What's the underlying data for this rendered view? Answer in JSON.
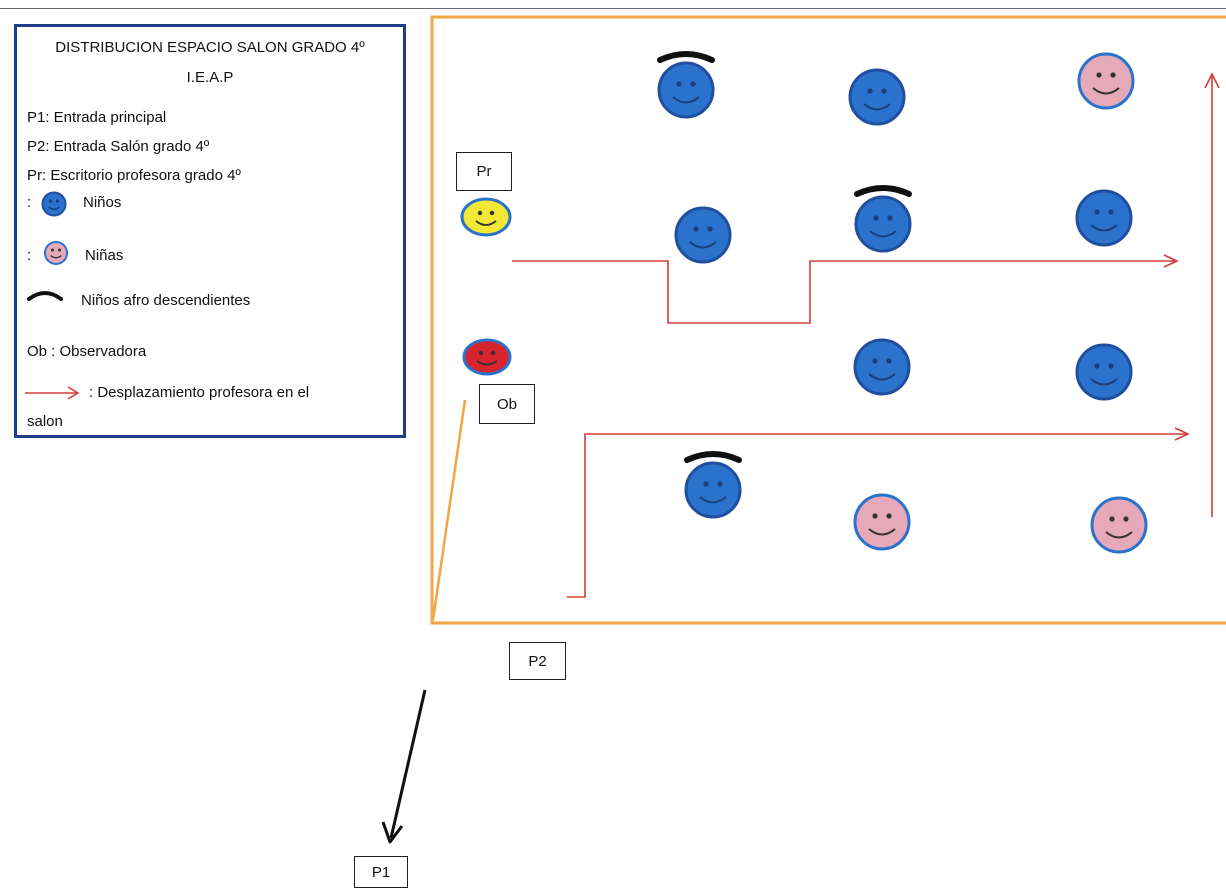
{
  "legend": {
    "title_line1": "DISTRIBUCION ESPACIO SALON GRADO 4º",
    "title_line2": "I.E.A.P",
    "p1": "P1: Entrada principal",
    "p2": "P2: Entrada Salón grado 4º",
    "pr": "Pr: Escritorio profesora grado 4º",
    "boys_prefix": ":",
    "boys": "Niños",
    "girls_prefix": ":",
    "girls": "Niñas",
    "afro": "Niños afro descendientes",
    "ob": "Ob : Observadora",
    "path_line1": ": Desplazamiento profesora en el",
    "path_line2": "salon"
  },
  "labels": {
    "pr": "Pr",
    "ob": "Ob",
    "p2": "P2",
    "p1": "P1"
  },
  "colors": {
    "boy": "#2a72cc",
    "girl": "#e6a9b9",
    "teacher": "#f2e835",
    "observer": "#d8242d",
    "outline_blue": "#1f4f9e",
    "room_border": "#f2a541",
    "legend_border": "#1d3f88",
    "path": "#d63a3a",
    "arrow_p1": "#111111"
  }
}
